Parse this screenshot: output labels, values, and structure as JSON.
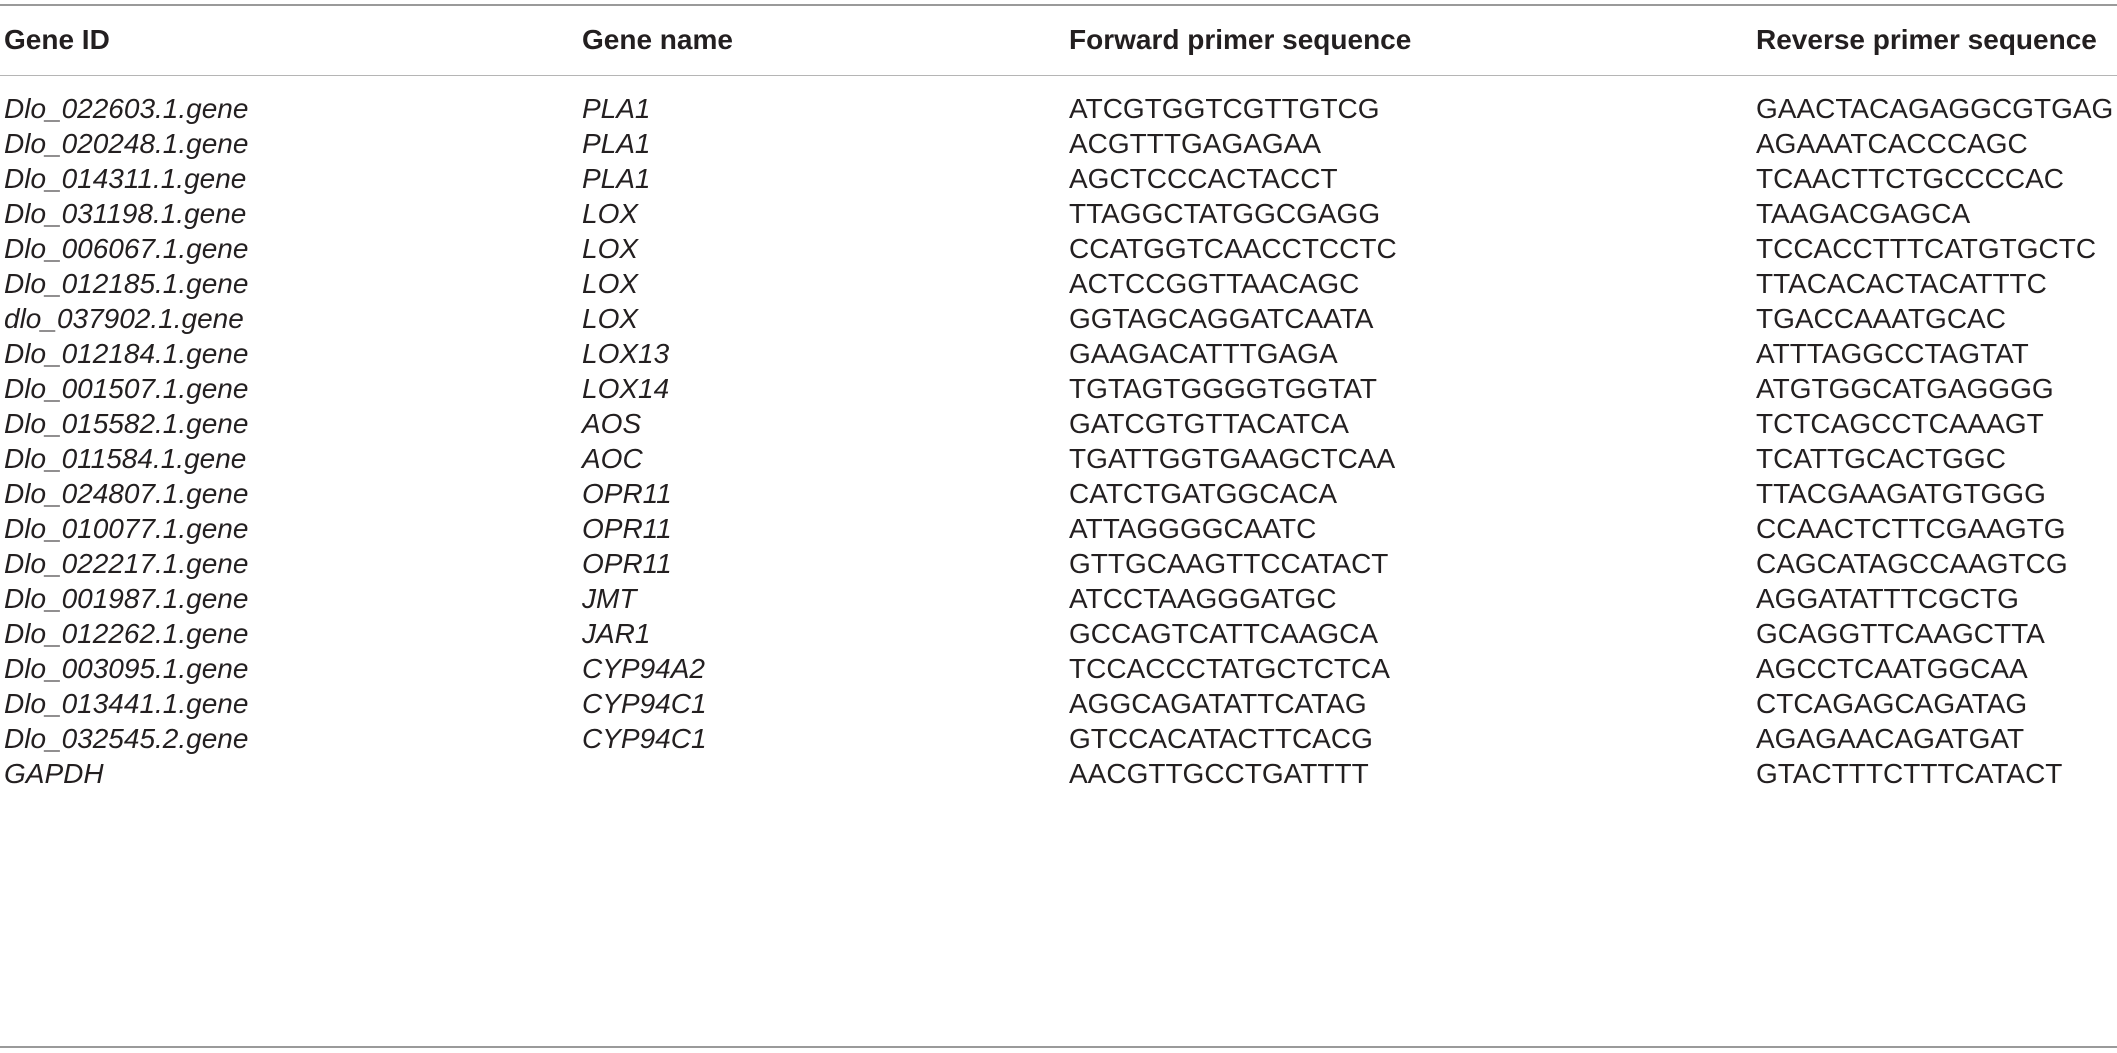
{
  "table": {
    "headers": [
      "Gene ID",
      "Gene name",
      "Forward primer sequence",
      "Reverse primer sequence"
    ],
    "rows": [
      {
        "gene_id": "Dlo_022603.1.gene",
        "gene_name": "PLA1",
        "forward": "ATCGTGGTCGTTGTCG",
        "reverse": "GAACTACAGAGGCGTGAG"
      },
      {
        "gene_id": "Dlo_020248.1.gene",
        "gene_name": "PLA1",
        "forward": "ACGTTTGAGAGAA",
        "reverse": "AGAAATCACCCAGC"
      },
      {
        "gene_id": "Dlo_014311.1.gene",
        "gene_name": "PLA1",
        "forward": "AGCTCCCACTACCT",
        "reverse": "TCAACTTCTGCCCCAC"
      },
      {
        "gene_id": "Dlo_031198.1.gene",
        "gene_name": "LOX",
        "forward": "TTAGGCTATGGCGAGG",
        "reverse": "TAAGACGAGCA"
      },
      {
        "gene_id": "Dlo_006067.1.gene",
        "gene_name": "LOX",
        "forward": "CCATGGTCAACCTCCTC",
        "reverse": "TCCACCTTTCATGTGCTC"
      },
      {
        "gene_id": "Dlo_012185.1.gene",
        "gene_name": "LOX",
        "forward": "ACTCCGGTTAACAGC",
        "reverse": "TTACACACTACATTTC"
      },
      {
        "gene_id": "dlo_037902.1.gene",
        "gene_name": "LOX",
        "forward": "GGTAGCAGGATCAATA",
        "reverse": "TGACCAAATGCAC"
      },
      {
        "gene_id": "Dlo_012184.1.gene",
        "gene_name": "LOX13",
        "forward": "GAAGACATTTGAGA",
        "reverse": "ATTTAGGCCTAGTAT"
      },
      {
        "gene_id": "Dlo_001507.1.gene",
        "gene_name": "LOX14",
        "forward": "TGTAGTGGGGTGGTAT",
        "reverse": "ATGTGGCATGAGGGG"
      },
      {
        "gene_id": "Dlo_015582.1.gene",
        "gene_name": "AOS",
        "forward": "GATCGTGTTACATCA",
        "reverse": "TCTCAGCCTCAAAGT"
      },
      {
        "gene_id": "Dlo_011584.1.gene",
        "gene_name": "AOC",
        "forward": "TGATTGGTGAAGCTCAA",
        "reverse": "TCATTGCACTGGC"
      },
      {
        "gene_id": "Dlo_024807.1.gene",
        "gene_name": "OPR11",
        "forward": "CATCTGATGGCACA",
        "reverse": "TTACGAAGATGTGGG"
      },
      {
        "gene_id": "Dlo_010077.1.gene",
        "gene_name": "OPR11",
        "forward": "ATTAGGGGCAATC",
        "reverse": "CCAACTCTTCGAAGTG"
      },
      {
        "gene_id": "Dlo_022217.1.gene",
        "gene_name": "OPR11",
        "forward": "GTTGCAAGTTCCATACT",
        "reverse": "CAGCATAGCCAAGTCG"
      },
      {
        "gene_id": "Dlo_001987.1.gene",
        "gene_name": "JMT",
        "forward": "ATCCTAAGGGATGC",
        "reverse": "AGGATATTTCGCTG"
      },
      {
        "gene_id": "Dlo_012262.1.gene",
        "gene_name": "JAR1",
        "forward": "GCCAGTCATTCAAGCA",
        "reverse": "GCAGGTTCAAGCTTA"
      },
      {
        "gene_id": "Dlo_003095.1.gene",
        "gene_name": "CYP94A2",
        "forward": "TCCACCCTATGCTCTCA",
        "reverse": "AGCCTCAATGGCAA"
      },
      {
        "gene_id": "Dlo_013441.1.gene",
        "gene_name": "CYP94C1",
        "forward": "AGGCAGATATTCATAG",
        "reverse": "CTCAGAGCAGATAG"
      },
      {
        "gene_id": "Dlo_032545.2.gene",
        "gene_name": "CYP94C1",
        "forward": "GTCCACATACTTCACG",
        "reverse": "AGAGAACAGATGAT"
      },
      {
        "gene_id": "GAPDH",
        "gene_name": "",
        "forward": "AACGTTGCCTGATTTT",
        "reverse": "GTACTTTCTTTCATACT"
      }
    ]
  }
}
